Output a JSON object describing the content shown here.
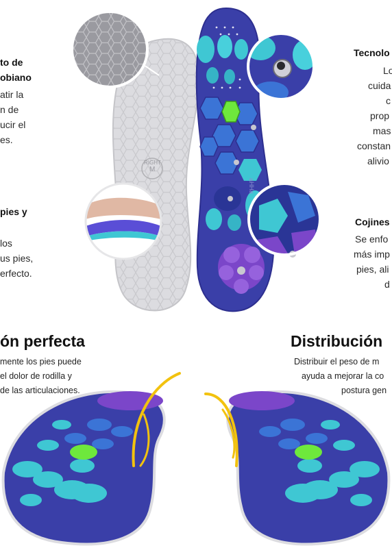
{
  "top_left": {
    "heading_1_line_1": "to de",
    "heading_1_line_2": "obiano",
    "body_1": [
      "atir la",
      "n de",
      "ucir el",
      "es."
    ],
    "heading_2": "pies y",
    "body_2": [
      "los",
      "us pies,",
      "erfecto."
    ]
  },
  "top_right": {
    "heading_1": "Tecnolo",
    "body_1": [
      "Lo",
      "cuida",
      "c",
      "prop",
      "mas",
      "constan",
      "alivio"
    ],
    "heading_2": "Cojines",
    "body_2": [
      "Se enfo",
      "más imp",
      "pies, ali",
      "d"
    ]
  },
  "bottom_left": {
    "title": "ón perfecta",
    "body": [
      "mente los pies puede",
      "el dolor de rodilla y",
      "de las articulaciones."
    ]
  },
  "bottom_right": {
    "title": "Distribución",
    "body": [
      "Distribuir el peso de m",
      "ayuda a mejorar la co",
      "postura gen"
    ]
  },
  "insole": {
    "side_marking": "RIGHT",
    "size_marking": "M",
    "brand_marking": "aHHa"
  },
  "colors": {
    "insole_blue": "#3a3fa8",
    "insole_dark_blue": "#2d2f8f",
    "teal": "#3fc7d3",
    "purple": "#7b46c9",
    "green_magnet": "#6ee83c",
    "grey_sole": "#d9d9dc",
    "arrow_yellow": "#f2c20f"
  }
}
